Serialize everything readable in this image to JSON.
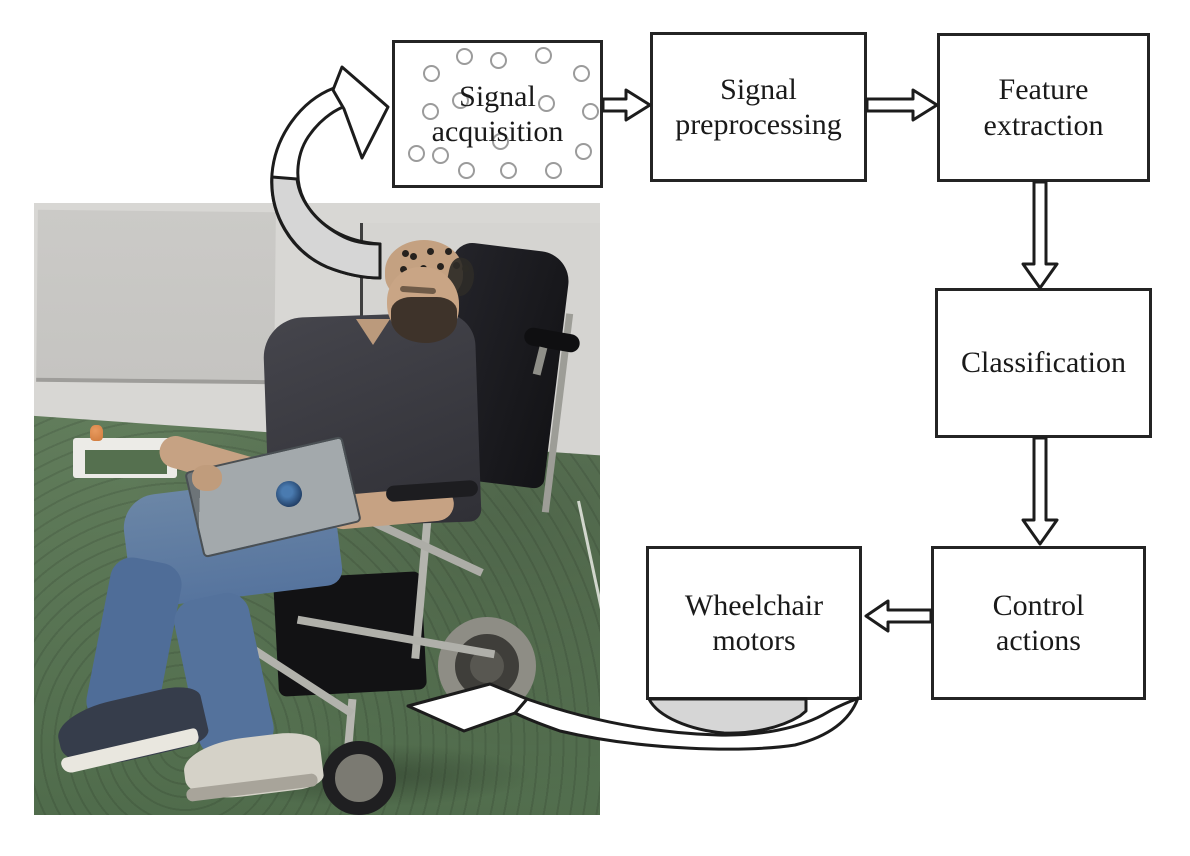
{
  "diagram": {
    "boxes": [
      {
        "id": "signal-acquisition",
        "label": "Signal acquisition"
      },
      {
        "id": "signal-preprocessing",
        "label": "Signal preprocessing"
      },
      {
        "id": "feature-extraction",
        "label": "Feature extraction"
      },
      {
        "id": "classification",
        "label": "Classification"
      },
      {
        "id": "control-actions",
        "label": "Control actions"
      },
      {
        "id": "wheelchair-motors",
        "label": "Wheelchair motors"
      }
    ],
    "flow": [
      {
        "from": "wheelchair-user-photo",
        "to": "signal-acquisition",
        "style": "curved-ribbon-arrow"
      },
      {
        "from": "signal-acquisition",
        "to": "signal-preprocessing",
        "style": "block-arrow"
      },
      {
        "from": "signal-preprocessing",
        "to": "feature-extraction",
        "style": "block-arrow"
      },
      {
        "from": "feature-extraction",
        "to": "classification",
        "style": "block-arrow"
      },
      {
        "from": "classification",
        "to": "control-actions",
        "style": "block-arrow"
      },
      {
        "from": "control-actions",
        "to": "wheelchair-motors",
        "style": "block-arrow"
      },
      {
        "from": "wheelchair-motors",
        "to": "wheelchair-user-photo",
        "style": "curved-ribbon-arrow"
      }
    ],
    "colors": {
      "box_border": "#242424",
      "box_fill": "#ffffff",
      "label_text": "#1a1a1a",
      "electrode_circle": "#9b9b9b",
      "arrow_fill": "#ffffff",
      "arrow_outline": "#1c1c1c",
      "curved_arrow_shade": "#d6d6d6",
      "wall_gray": "#d8d7d4",
      "carpet_green": "#5b775a"
    }
  },
  "photo": {
    "subject": "man wearing an EEG electrode cap seated in a powered wheelchair with a laptop on his lap",
    "setting": "indoor room with whiteboards on the wall, a white bench and green carpet"
  }
}
